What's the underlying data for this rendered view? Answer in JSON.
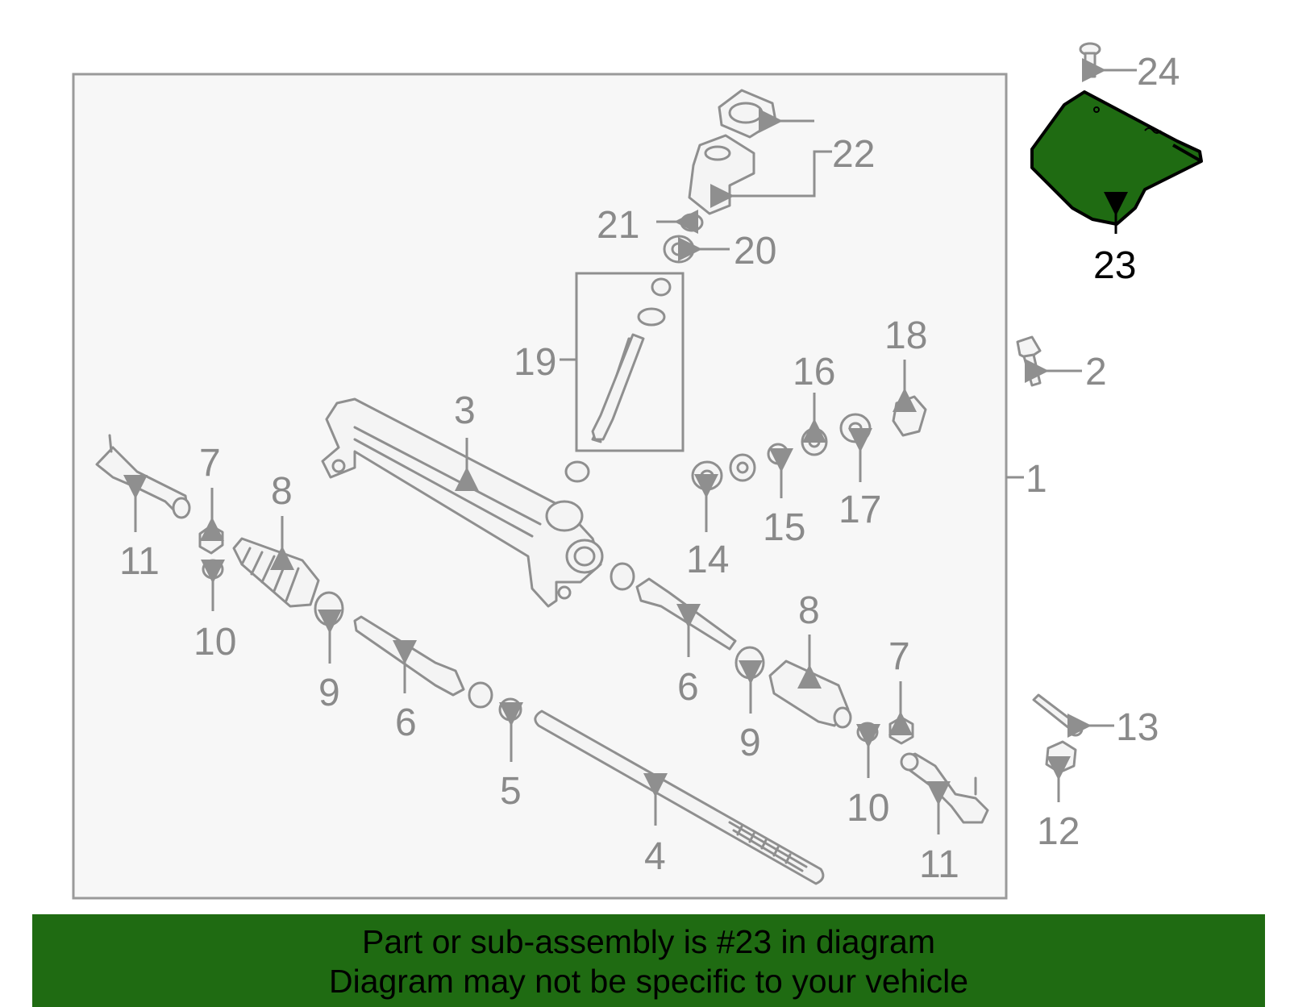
{
  "colors": {
    "highlight": "#1f6b12",
    "part_stroke": "#8f8f8f",
    "frame_bg": "#f7f7f7",
    "label": "#8a8a8a"
  },
  "labels": {
    "p1": "1",
    "p2": "2",
    "p3": "3",
    "p4": "4",
    "p5": "5",
    "p6a": "6",
    "p6b": "6",
    "p7a": "7",
    "p7b": "7",
    "p8a": "8",
    "p8b": "8",
    "p9a": "9",
    "p9b": "9",
    "p10a": "10",
    "p10b": "10",
    "p11a": "11",
    "p11b": "11",
    "p12": "12",
    "p13": "13",
    "p14": "14",
    "p15": "15",
    "p16": "16",
    "p17": "17",
    "p18": "18",
    "p19": "19",
    "p20": "20",
    "p21": "21",
    "p22": "22",
    "p23": "23",
    "p24": "24"
  },
  "highlighted_part": "23",
  "banner": {
    "line1": "Part or sub-assembly is #23 in diagram",
    "line2": "Diagram may not be specific to your vehicle"
  }
}
